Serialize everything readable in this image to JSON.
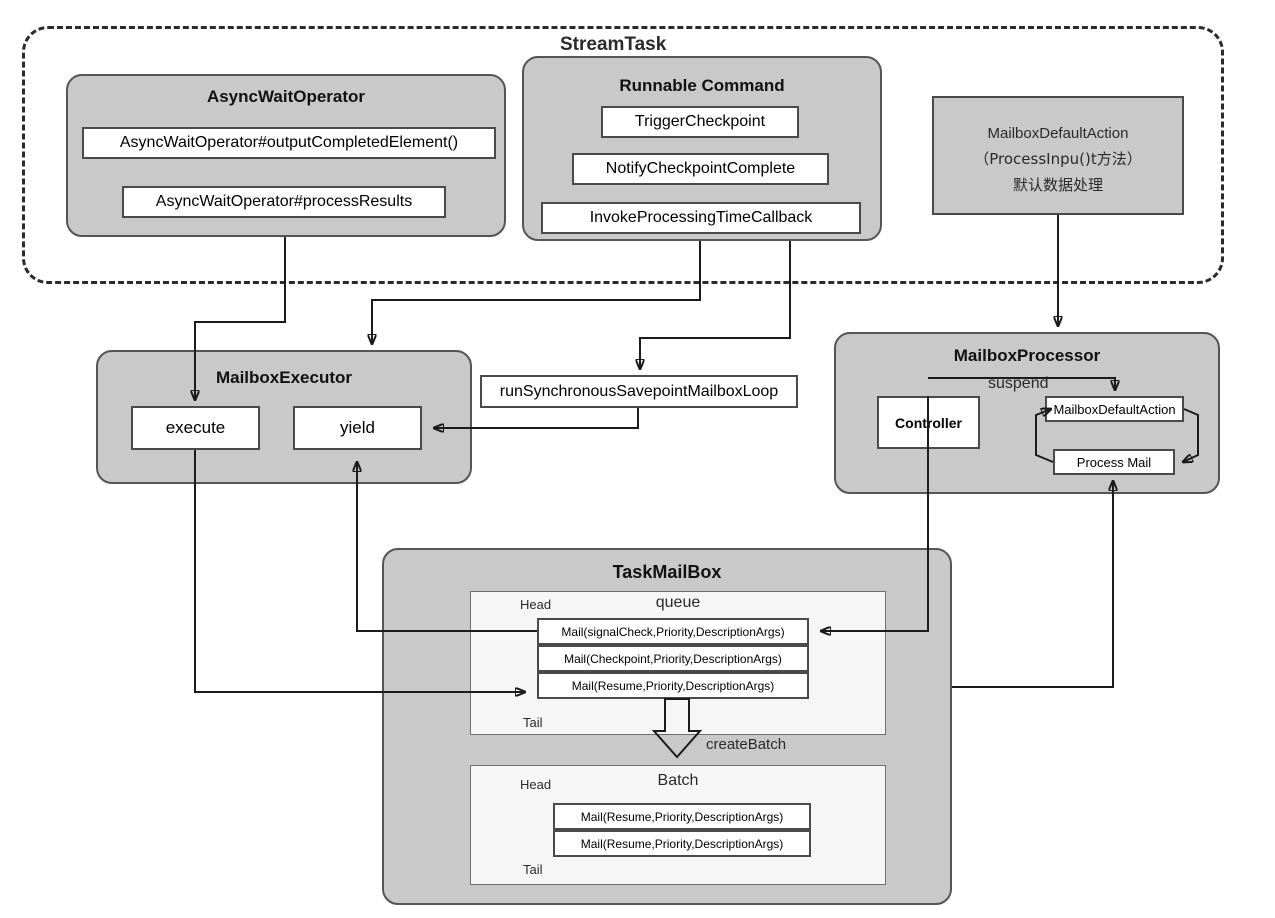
{
  "diagram": {
    "title": "StreamTask",
    "groups": {
      "stream_task": {
        "label": "StreamTask"
      },
      "async_wait_operator": {
        "label": "AsyncWaitOperator",
        "items": [
          "AsyncWaitOperator#outputCompletedElement()",
          "AsyncWaitOperator#processResults"
        ]
      },
      "runnable_command": {
        "label": "Runnable Command",
        "items": [
          "TriggerCheckpoint",
          "NotifyCheckpointComplete",
          "InvokeProcessingTimeCallback"
        ]
      },
      "mailbox_default_action": {
        "line1": "MailboxDefaultAction",
        "line2": "（ProcessInpu()t方法）",
        "line3": "默认数据处理"
      },
      "mailbox_executor": {
        "label": "MailboxExecutor",
        "items": [
          "execute",
          "yield"
        ]
      },
      "savepoint_loop": {
        "label": "runSynchronousSavepointMailboxLoop"
      },
      "mailbox_processor": {
        "label": "MailboxProcessor",
        "suspend_label": "suspend",
        "controller": "Controller",
        "default_action": "MailboxDefaultAction",
        "process_mail": "Process Mail"
      },
      "task_mailbox": {
        "label": "TaskMailBox",
        "queue": {
          "label": "queue",
          "head": "Head",
          "tail": "Tail",
          "mails": [
            "Mail(signalCheck,Priority,DescriptionArgs)",
            "Mail(Checkpoint,Priority,DescriptionArgs)",
            "Mail(Resume,Priority,DescriptionArgs)"
          ]
        },
        "create_batch_label": "createBatch",
        "batch": {
          "label": "Batch",
          "head": "Head",
          "tail": "Tail",
          "mails": [
            "Mail(Resume,Priority,DescriptionArgs)",
            "Mail(Resume,Priority,DescriptionArgs)"
          ]
        }
      }
    },
    "colors": {
      "group_fill": "#c9c9c9",
      "panel_fill": "#f6f6f6",
      "leaf_fill": "#ffffff",
      "stroke": "#1b1b1b",
      "canvas": "#ffffff"
    }
  }
}
